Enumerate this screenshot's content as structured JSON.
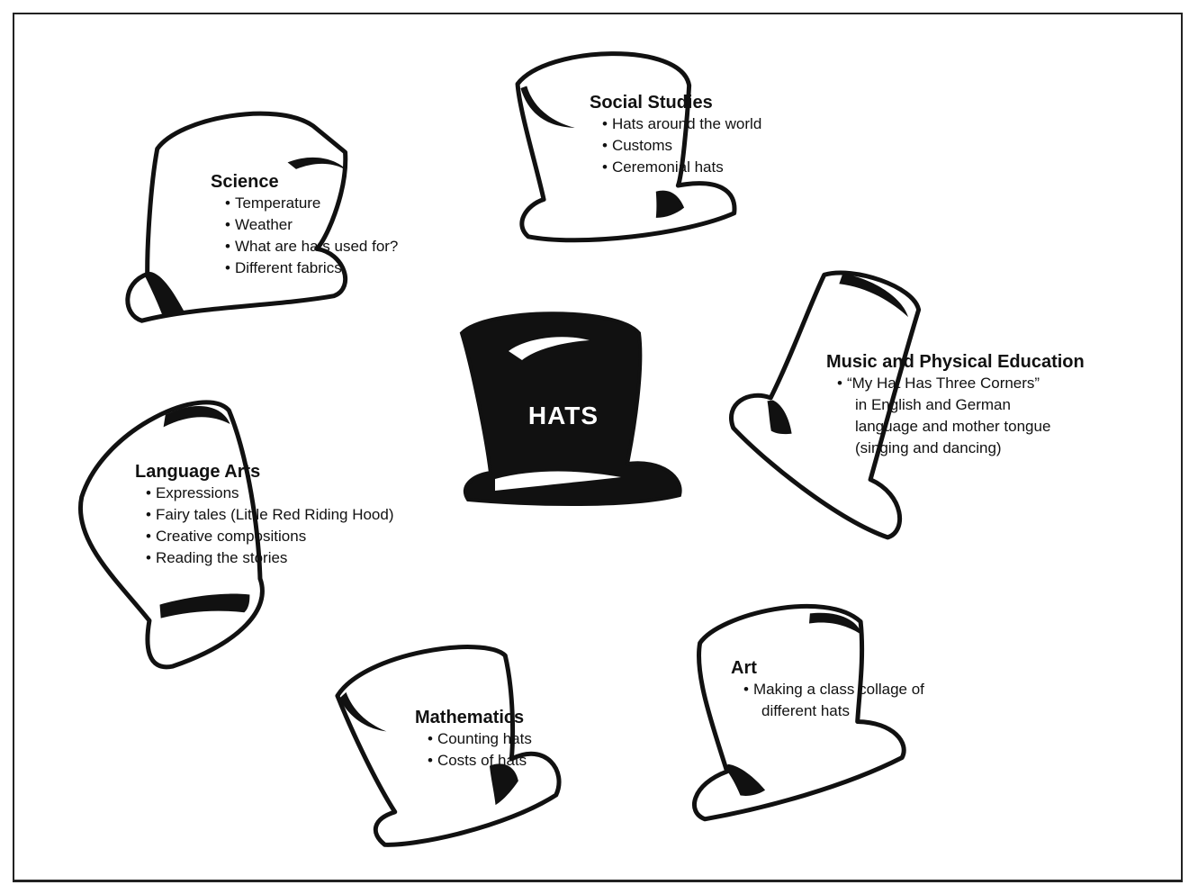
{
  "center": {
    "label": "HATS"
  },
  "hats": {
    "science": {
      "title": "Science",
      "items": [
        "Temperature",
        "Weather",
        "What are hats used for?",
        "Different fabrics"
      ]
    },
    "social_studies": {
      "title": "Social Studies",
      "items": [
        "Hats around the world",
        "Customs",
        "Ceremonial hats"
      ]
    },
    "music_pe": {
      "title": "Music and Physical Education",
      "items": [
        "“My Hat Has Three Corners”"
      ],
      "continuation": [
        "in English and German",
        "language and mother tongue",
        "(singing and dancing)"
      ]
    },
    "language_arts": {
      "title": "Language Arts",
      "items": [
        "Expressions",
        "Fairy tales (Little Red Riding Hood)",
        "Creative compositions",
        "Reading the stories"
      ]
    },
    "mathematics": {
      "title": "Mathematics",
      "items": [
        "Counting hats",
        "Costs of hats"
      ]
    },
    "art": {
      "title": "Art",
      "items": [
        "Making a class collage of"
      ],
      "continuation": [
        "different hats"
      ]
    }
  }
}
